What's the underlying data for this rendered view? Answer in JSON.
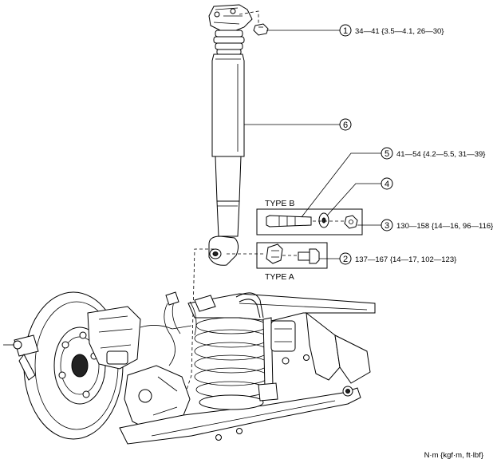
{
  "callouts": [
    {
      "number": "1",
      "spec": "34—41 {3.5—4.1, 26—30}"
    },
    {
      "number": "2",
      "spec": "137—167 {14—17, 102—123}"
    },
    {
      "number": "3",
      "spec": "130—158 {14—16, 96—116}"
    },
    {
      "number": "4",
      "spec": ""
    },
    {
      "number": "5",
      "spec": "41—54 {4.2—5.5, 31—39}"
    },
    {
      "number": "6",
      "spec": ""
    }
  ],
  "boxes": {
    "type_b": "TYPE B",
    "type_a": "TYPE A"
  },
  "units": "N·m {kgf·m, ft·lbf}"
}
